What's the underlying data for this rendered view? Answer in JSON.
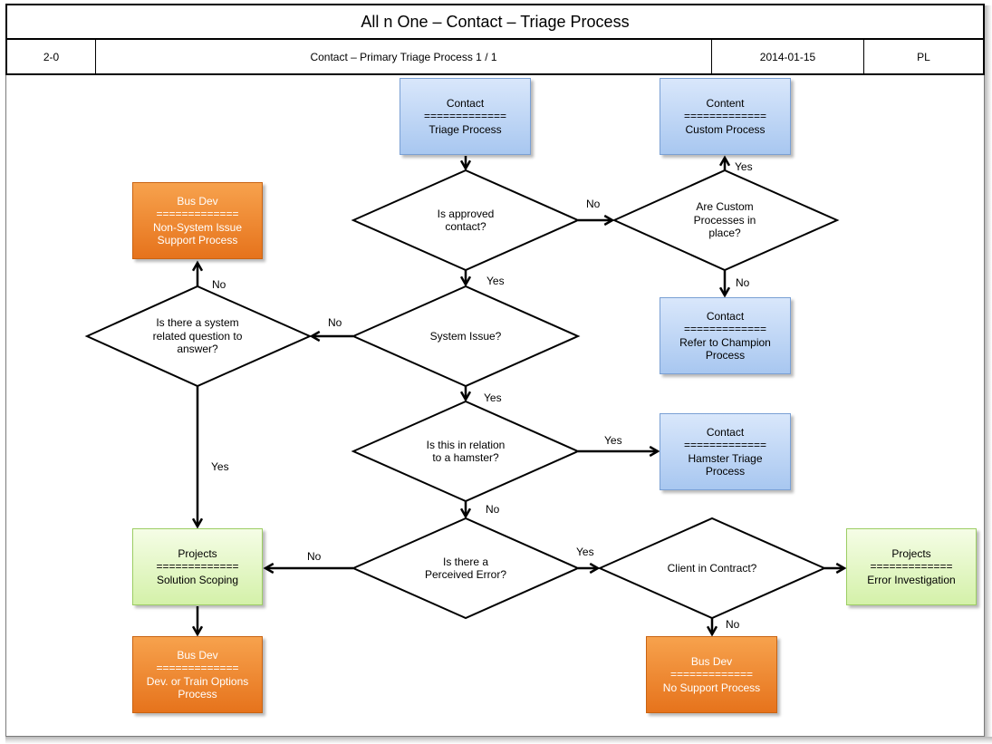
{
  "header": {
    "title": "All n One – Contact – Triage Process",
    "doc_number": "2-0",
    "subtitle": "Contact – Primary Triage Process 1 / 1",
    "date": "2014-01-15",
    "author": "PL"
  },
  "colors": {
    "blue_box": "#a8c7f0",
    "orange_box": "#e6731c",
    "green_box": "#d4f1a9",
    "line": "#000000"
  },
  "nodes": {
    "contact_triage": {
      "title": "Contact",
      "sep": "=============",
      "body": "Triage Process"
    },
    "content_custom": {
      "title": "Content",
      "sep": "=============",
      "body": "Custom Process"
    },
    "busdev_nonsystem": {
      "title": "Bus Dev",
      "sep": "=============",
      "body1": "Non-System Issue",
      "body2": "Support Process"
    },
    "contact_champion": {
      "title": "Contact",
      "sep": "=============",
      "body1": "Refer to Champion",
      "body2": "Process"
    },
    "contact_hamster": {
      "title": "Contact",
      "sep": "=============",
      "body1": "Hamster Triage",
      "body2": "Process"
    },
    "projects_scoping": {
      "title": "Projects",
      "sep": "=============",
      "body": "Solution Scoping"
    },
    "projects_error": {
      "title": "Projects",
      "sep": "=============",
      "body": "Error Investigation"
    },
    "busdev_devtrain": {
      "title": "Bus Dev",
      "sep": "=============",
      "body1": "Dev. or Train Options",
      "body2": "Process"
    },
    "busdev_nosupport": {
      "title": "Bus Dev",
      "sep": "=============",
      "body": "No Support Process"
    }
  },
  "decisions": {
    "approved": {
      "line1": "Is approved",
      "line2": "contact?"
    },
    "custom": {
      "line1": "Are Custom",
      "line2": "Processes in",
      "line3": "place?"
    },
    "system_issue": {
      "line1": "System Issue?"
    },
    "system_question": {
      "line1": "Is there a system",
      "line2": "related question to",
      "line3": "answer?"
    },
    "hamster": {
      "line1": "Is this in relation",
      "line2": "to a hamster?"
    },
    "perceived_error": {
      "line1": "Is there a",
      "line2": "Perceived Error?"
    },
    "client_contract": {
      "line1": "Client in Contract?"
    }
  },
  "edges": {
    "approved_no": "No",
    "approved_yes": "Yes",
    "custom_yes": "Yes",
    "custom_no": "No",
    "system_no": "No",
    "system_yes": "Yes",
    "question_no": "No",
    "question_yes": "Yes",
    "hamster_yes": "Yes",
    "hamster_no": "No",
    "error_no": "No",
    "error_yes": "Yes",
    "contract_no": "No"
  }
}
